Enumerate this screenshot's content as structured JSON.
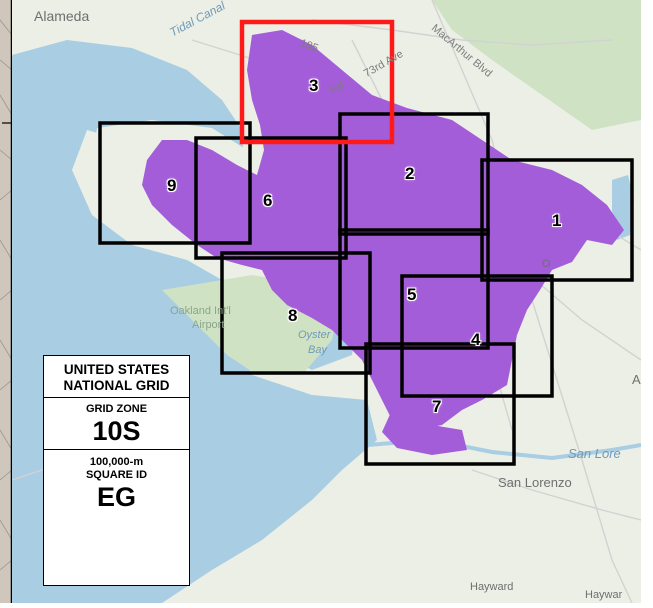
{
  "legend": {
    "title_line1": "UNITED STATES",
    "title_line2": "NATIONAL GRID",
    "zone_label": "GRID ZONE",
    "zone_value": "10S",
    "square_label_line1": "100,000-m",
    "square_label_line2": "SQUARE ID",
    "square_value": "EG"
  },
  "places": {
    "alameda": "Alameda",
    "oakland_intl_1": "Oakland Int'l",
    "oakland_intl_2": "Airport",
    "oyster_bay_1": "Oyster",
    "oyster_bay_2": "Bay",
    "san_lorenzo": "San Lorenzo",
    "san_lorenzo_creek": "San Lore",
    "hayward_1": "Hayward",
    "hayward_2": "Haywar",
    "road_185": "185",
    "macarthur": "MacArthur Blvd",
    "ave_73rd": "73rd Ave",
    "rd": "Rd",
    "canal": "Tidal Canal",
    "letter_a": "A",
    "letter_o": "O"
  },
  "grid_cells": [
    {
      "id": "1",
      "highlight": false
    },
    {
      "id": "2",
      "highlight": false
    },
    {
      "id": "3",
      "highlight": true
    },
    {
      "id": "4",
      "highlight": false
    },
    {
      "id": "5",
      "highlight": false
    },
    {
      "id": "6",
      "highlight": false
    },
    {
      "id": "7",
      "highlight": false
    },
    {
      "id": "8",
      "highlight": false
    },
    {
      "id": "9",
      "highlight": false
    }
  ],
  "colors": {
    "water": "#a9cde2",
    "land": "#ecefe6",
    "park": "#cfe3c4",
    "urban_fill": "#a45dd8",
    "cell_outline": "#000000",
    "highlight_outline": "#ff1a1a",
    "road": "#d2d2d2"
  }
}
